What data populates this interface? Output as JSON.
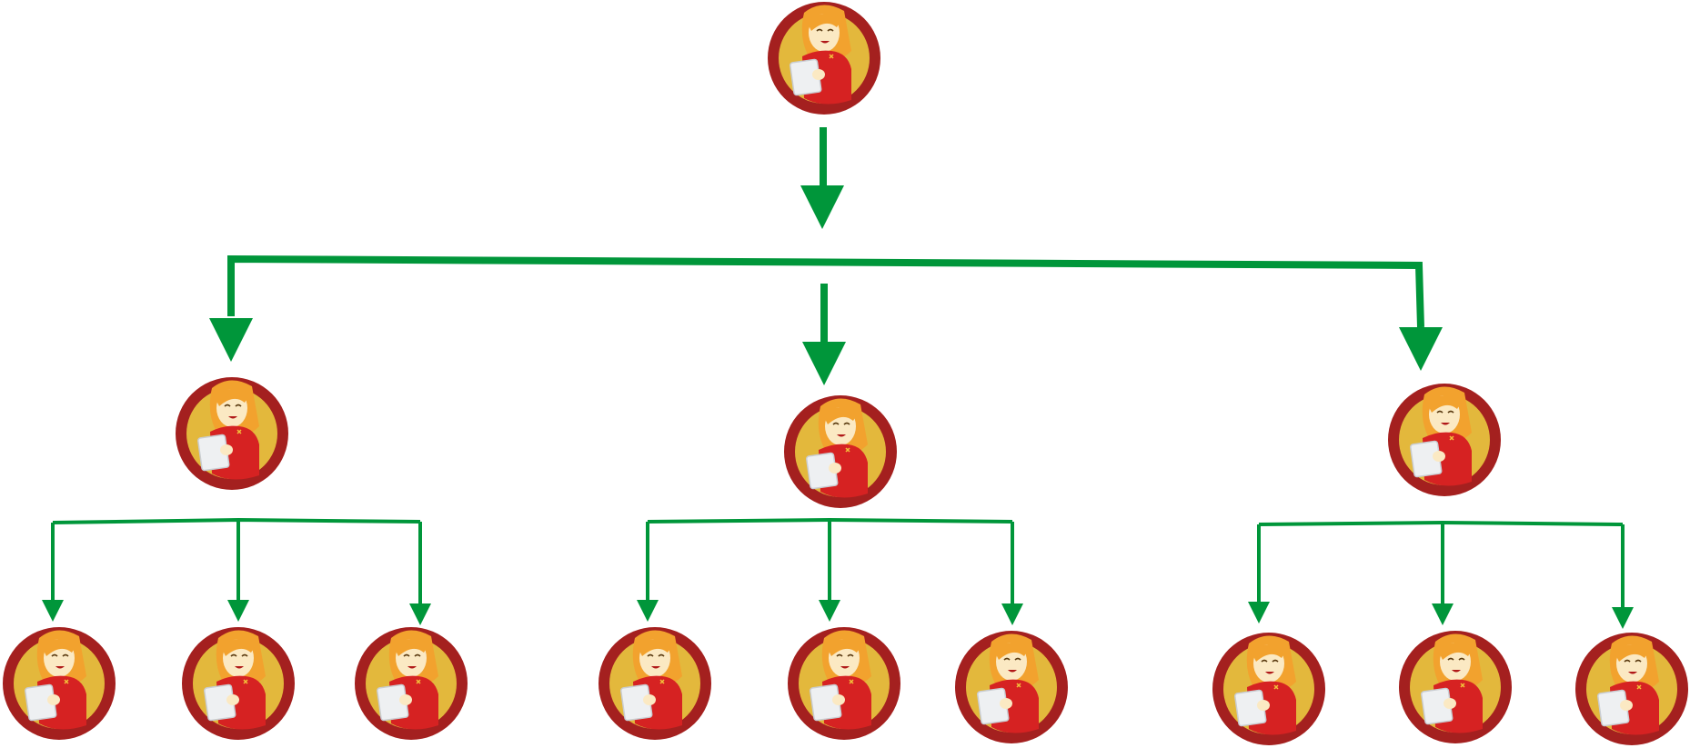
{
  "diagram": {
    "type": "tree",
    "root": "avatar-root",
    "levels": 3,
    "branching": 3,
    "colors": {
      "arrow": "#00963a",
      "avatar_ring": "#a4201f",
      "avatar_fill": "#e3b83c",
      "hair": "#f2a22e",
      "skin": "#fbe9c3",
      "dress": "#d62222",
      "tablet": "#eef0f2",
      "background": "#ffffff"
    },
    "icon": "woman-with-tablet-icon"
  }
}
